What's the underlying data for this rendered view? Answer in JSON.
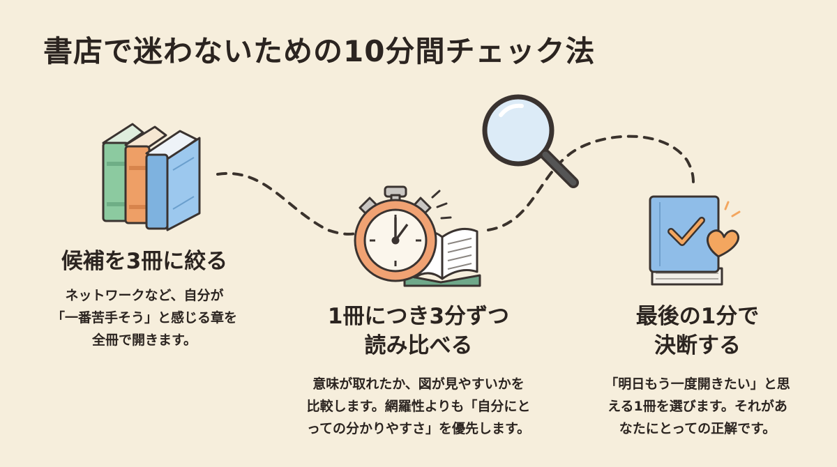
{
  "title": "書店で迷わないための10分間チェック法",
  "colors": {
    "background": "#f6eedc",
    "text": "#2b2420",
    "book_green": "#8ccaa0",
    "book_orange": "#ee9f66",
    "book_blue": "#8fbde8",
    "timer_orange": "#f0a273",
    "accent_heart": "#f3a65f",
    "path_dash": "#3a322c"
  },
  "steps": [
    {
      "icon": "stack-of-books-icon",
      "title_lines": [
        "候補を3冊に絞る"
      ],
      "desc_lines": [
        "ネットワークなど、自分が",
        "「一番苦手そう」と感じる章を",
        "全冊で開きます。"
      ]
    },
    {
      "icon": "stopwatch-and-open-book-icon",
      "title_lines": [
        "1冊につき3分ずつ",
        "読み比べる"
      ],
      "desc_lines": [
        "意味が取れたか、図が見やすいかを",
        "比較します。網羅性よりも「自分にと",
        "っての分かりやすさ」を優先します。"
      ]
    },
    {
      "icon": "book-with-check-and-heart-icon",
      "title_lines": [
        "最後の1分で",
        "決断する"
      ],
      "desc_lines": [
        "「明日もう一度開きたい」と思",
        "える1冊を選びます。それがあ",
        "なたにとっての正解です。"
      ]
    }
  ],
  "decorations": [
    "magnifying-glass-icon",
    "dashed-path"
  ]
}
